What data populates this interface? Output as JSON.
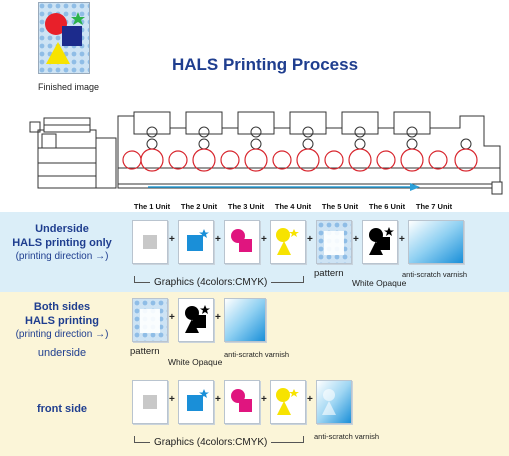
{
  "header": {
    "title": "HALS Printing Process",
    "finished_caption": "Finished image"
  },
  "units": [
    "The 1 Unit",
    "The 2 Unit",
    "The 3 Unit",
    "The 4 Unit",
    "The 5 Unit",
    "The 6 Unit",
    "The 7 Unit"
  ],
  "row1": {
    "label_line1": "Underside",
    "label_line2": "HALS printing only",
    "label_line3": "(printing direction →)",
    "graphics": "Graphics (4colors:CMYK)",
    "pattern": "pattern",
    "white": "White Opaque",
    "varnish": "anti-scratch varnish"
  },
  "row2": {
    "label_line1": "Both sides",
    "label_line2": "HALS printing",
    "label_line3": "(printing direction →)",
    "label_line4": "underside",
    "pattern": "pattern",
    "white": "White Opaque",
    "varnish": "anti-scratch varnish"
  },
  "row3": {
    "label": "front side",
    "graphics": "Graphics (4colors:CMYK)",
    "varnish": "anti-scratch varnish"
  },
  "colors": {
    "cyan": "#1a8fd8",
    "magenta": "#e0157f",
    "yellow": "#f7e300",
    "black": "#000000",
    "roller_red": "#d8262e",
    "arrow_blue": "#2b9fd8",
    "title_blue": "#1f3e8f"
  }
}
